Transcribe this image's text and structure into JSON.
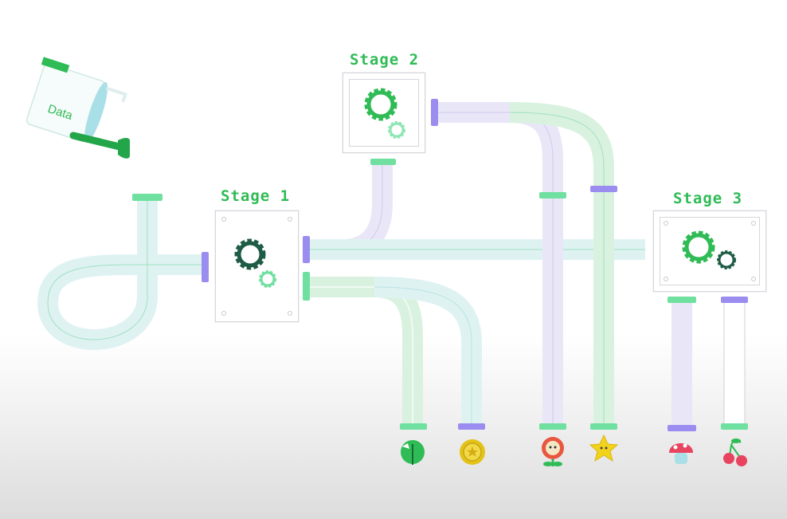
{
  "watering_can": {
    "label": "Data",
    "icon": "watering-can-icon"
  },
  "stages": [
    {
      "label": "Stage 1",
      "icon": "gears-icon"
    },
    {
      "label": "Stage 2",
      "icon": "gears-icon"
    },
    {
      "label": "Stage 3",
      "icon": "gears-icon"
    }
  ],
  "outputs": [
    {
      "icon": "leaf-icon"
    },
    {
      "icon": "coin-icon"
    },
    {
      "icon": "fire-flower-icon"
    },
    {
      "icon": "star-icon"
    },
    {
      "icon": "mushroom-icon"
    },
    {
      "icon": "cherry-icon"
    }
  ],
  "colors": {
    "accent_green": "#2fbb55",
    "pipe_blue": "#dcf1f1",
    "pipe_lavender": "#e9e7f7",
    "pipe_green": "#d9f2df",
    "connector_purple": "#9b8cf0",
    "connector_green": "#6fe0a0",
    "gear_dark": "#1f5c45"
  }
}
